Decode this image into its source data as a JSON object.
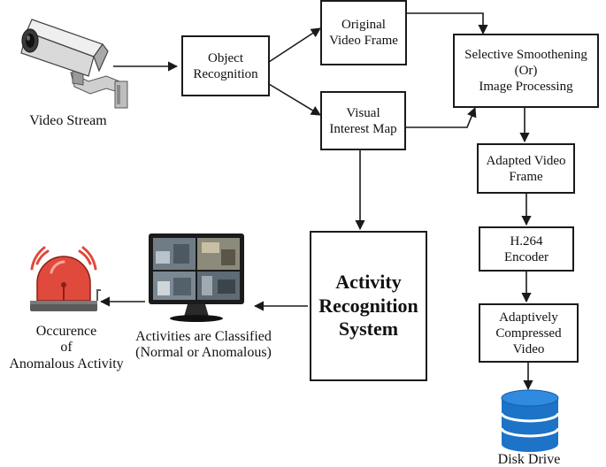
{
  "nodes": {
    "video_stream": "Video Stream",
    "object_recognition": "Object\nRecognition",
    "original_video_frame": "Original\nVideo Frame",
    "visual_interest_map": "Visual\nInterest Map",
    "selective_smoothening": "Selective Smoothening\n(Or)\nImage Processing",
    "adapted_video_frame": "Adapted Video\nFrame",
    "h264_encoder": "H.264\nEncoder",
    "adaptively_compressed": "Adaptively\nCompressed\nVideo",
    "disk_drive": "Disk Drive",
    "activity_recognition": "Activity\nRecognition\nSystem",
    "activities_classified": "Activities are Classified\n(Normal or Anomalous)",
    "anomalous_occurrence": "Occurence\nof\nAnomalous Activity"
  },
  "icons": {
    "camera": "security-camera-icon",
    "monitor": "cctv-monitor-icon",
    "alarm": "alarm-bell-icon",
    "disk": "database-cylinder-icon"
  },
  "colors": {
    "disk_blue": "#1c73c8",
    "alarm_red": "#e04a3c",
    "camera_gray": "#d9d9d9",
    "line": "#1a1a1a"
  }
}
